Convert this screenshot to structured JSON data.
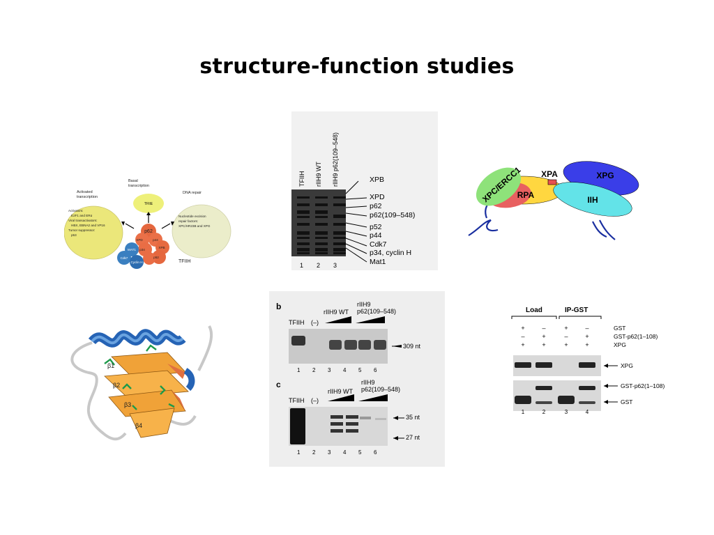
{
  "slide": {
    "title": "structure-function studies"
  },
  "tfiih_diagram": {
    "activated": "Activated\ntranscription",
    "basal": "Basal\ntranscription",
    "dna_repair": "DNA repair",
    "tfiie": "TFIIE",
    "left_bubble": [
      "Activators:",
      "E2F1 and ERα",
      "Viral transactivators:",
      "HBX, EBNA2 and VP16",
      "Tumor suppressor:",
      "p53"
    ],
    "right_bubble": [
      "Nucleotide excision",
      "repair factors:",
      "XPC/HR23B and XPG"
    ],
    "core": [
      "p62",
      "XPD",
      "p44",
      "XPB",
      "p34",
      "p52"
    ],
    "cak": [
      "MAT1",
      "Cdk7",
      "Cyclin H"
    ],
    "complex_label": "TFIIH"
  },
  "gel_a": {
    "lanes": [
      "TFIIH",
      "rIIH9 WT",
      "rIIH9 p62(109–548)"
    ],
    "lane_numbers": [
      "1",
      "2",
      "3"
    ],
    "bands": [
      "XPB",
      "XPD",
      "p62",
      "p62(109–548)",
      "p52",
      "p44",
      "Cdk7",
      "p34, cyclin H",
      "Mat1"
    ]
  },
  "repair_model": {
    "labels": [
      "XPC/ERCC1",
      "XPA",
      "XPG",
      "RPA",
      "IIH"
    ]
  },
  "gels_bc": {
    "b": {
      "letter": "b",
      "tfiih": "TFIIH",
      "minus": "(–)",
      "wt": "rIIH9 WT",
      "mut": "rIIH9\np62(109–548)",
      "product": "309 nt",
      "lanes": [
        "1",
        "2",
        "3",
        "4",
        "5",
        "6"
      ]
    },
    "c": {
      "letter": "c",
      "tfiih": "TFIIH",
      "minus": "(–)",
      "wt": "rIIH9 WT",
      "mut": "rIIH9\np62(109–548)",
      "products": [
        "35 nt",
        "27 nt"
      ],
      "lanes": [
        "1",
        "2",
        "3",
        "4",
        "5",
        "6"
      ]
    }
  },
  "pulldown": {
    "load": "Load",
    "ip": "IP-GST",
    "rows": [
      {
        "label": "GST",
        "marks": [
          "+",
          "–",
          "+",
          "–"
        ]
      },
      {
        "label": "GST-p62(1–108)",
        "marks": [
          "–",
          "+",
          "–",
          "+"
        ]
      },
      {
        "label": "XPG",
        "marks": [
          "+",
          "+",
          "+",
          "+"
        ]
      }
    ],
    "band_labels": [
      "XPG",
      "GST-p62(1–108)",
      "GST"
    ],
    "lanes": [
      "1",
      "2",
      "3",
      "4"
    ]
  },
  "structure": {
    "strands": [
      "β1",
      "β2",
      "β3",
      "β4"
    ]
  }
}
